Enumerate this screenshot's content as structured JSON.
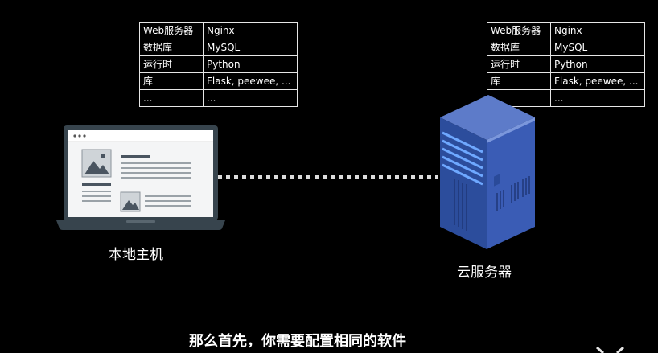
{
  "local_stack": {
    "rows": [
      {
        "key": "Web服务器",
        "value": "Nginx"
      },
      {
        "key": "数据库",
        "value": "MySQL"
      },
      {
        "key": "运行时",
        "value": "Python"
      },
      {
        "key": "库",
        "value": "Flask, peewee, ..."
      },
      {
        "key": "...",
        "value": "..."
      }
    ]
  },
  "cloud_stack": {
    "rows": [
      {
        "key": "Web服务器",
        "value": "Nginx"
      },
      {
        "key": "数据库",
        "value": "MySQL"
      },
      {
        "key": "运行时",
        "value": "Python"
      },
      {
        "key": "库",
        "value": "Flask, peewee, ..."
      },
      {
        "key": "...",
        "value": "..."
      }
    ]
  },
  "nodes": {
    "local_label": "本地主机",
    "cloud_label": "云服务器"
  },
  "subtitle": "那么首先，你需要配置相同的软件",
  "icons": {
    "laptop": "laptop-icon",
    "server": "server-icon",
    "connection": "dotted-connection-line"
  },
  "colors": {
    "background": "#000000",
    "server_blue": "#2f4f9a",
    "server_light": "#6ea8ff",
    "laptop_frame": "#37444d",
    "dots": "#dcdcdc"
  }
}
